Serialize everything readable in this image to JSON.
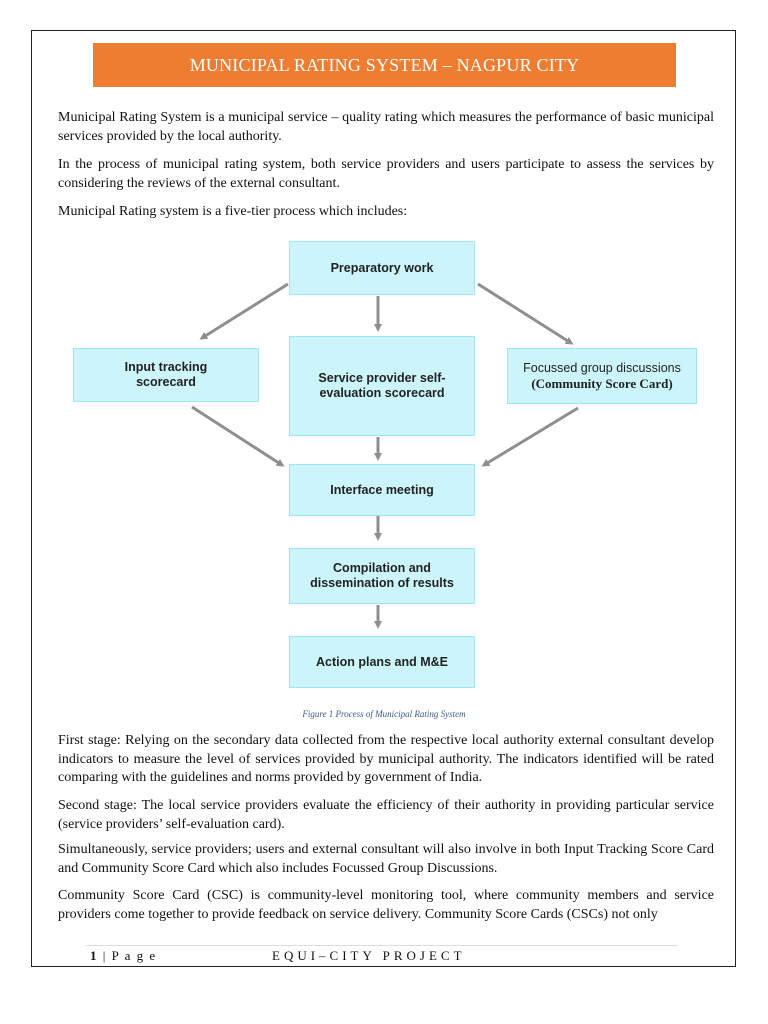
{
  "header": {
    "title": "MUNICIPAL RATING SYSTEM – NAGPUR CITY"
  },
  "intro": {
    "p1": "Municipal Rating System is a municipal service – quality rating which measures the performance of basic municipal services provided by the local authority.",
    "p2": "In the process of municipal rating system, both service providers and users participate to assess the services by considering the reviews of the external consultant.",
    "p3": "Municipal Rating system is a five-tier process which includes:"
  },
  "diagram": {
    "preparatory": "Preparatory work",
    "input_tracking": "Input tracking scorecard",
    "self_eval": "Service provider self-evaluation scorecard",
    "fgd_line1": "Focussed group discussions",
    "fgd_line2": "(Community Score Card)",
    "interface": "Interface meeting",
    "compilation": "Compilation and dissemination of results",
    "action": "Action plans and M&E",
    "arrow_color": "#8f8f8f",
    "box_color": "#ccf5fb"
  },
  "caption": "Figure 1 Process of Municipal Rating System",
  "body": {
    "stage1": "First stage: Relying on the secondary data collected from the respective local authority external consultant develop indicators to measure the level of services provided by municipal authority. The indicators identified will be rated comparing with the guidelines and norms provided by government of India.",
    "stage2": "Second stage: The local service providers evaluate the efficiency of their authority in providing particular service (service providers’ self-evaluation card).",
    "simultaneous": "Simultaneously, service providers; users and external consultant will also involve in both Input Tracking Score Card and Community Score Card which also includes Focussed Group Discussions.",
    "csc": "Community Score Card (CSC) is community-level monitoring tool, where community members and service providers come together to provide feedback on service delivery. Community Score Cards (CSCs) not only"
  },
  "footer": {
    "page_number": "1",
    "page_label": " | P a g e",
    "project": "EQUI–CITY PROJECT"
  },
  "colors": {
    "banner": "#ee7d31"
  }
}
